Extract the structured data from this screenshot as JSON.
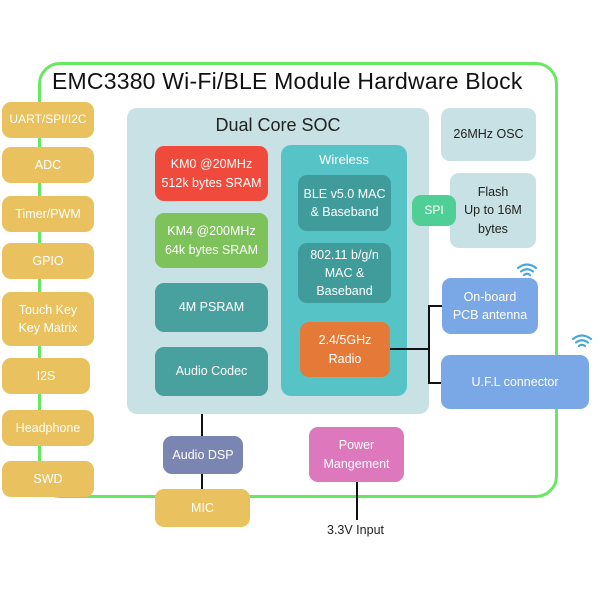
{
  "title": "EMC3380 Wi-Fi/BLE Module Hardware Block",
  "colors": {
    "module_outline": "#66e860",
    "peripheral": "#e9c15e",
    "soc_background": "#c8e1e5",
    "km0": "#f04a3c",
    "km4": "#7dc25a",
    "psram_codec": "#48a19f",
    "wireless": "#56c4c6",
    "radio": "#e57a38",
    "spi": "#4fcf96",
    "antenna": "#7aa8e6",
    "audio_dsp": "#7a86b1",
    "power": "#dc78bb"
  },
  "peripherals": [
    "UART/SPI/I2C",
    "ADC",
    "Timer/PWM",
    "GPIO",
    "Touch Key\nKey Matrix",
    "I2S",
    "Headphone",
    "SWD"
  ],
  "soc": {
    "title": "Dual Core SOC",
    "km0": "KM0 @20MHz\n512k bytes SRAM",
    "km4": "KM4 @200MHz\n64k bytes SRAM",
    "psram": "4M PSRAM",
    "audio_codec": "Audio Codec",
    "wireless": {
      "title": "Wireless",
      "ble": "BLE v5.0 MAC\n& Baseband",
      "wifi": "802.11 b/g/n\nMAC &\nBaseband",
      "radio": "2.4/5GHz\nRadio"
    }
  },
  "osc": "26MHz OSC",
  "spi": "SPI",
  "flash": "Flash\nUp to 16M\nbytes",
  "antennas": {
    "pcb": "On-board\nPCB antenna",
    "ufl": "U.F.L connector",
    "icon": "wifi-signal-icon"
  },
  "audio_dsp": "Audio DSP",
  "mic": "MIC",
  "power": "Power\nMangement",
  "power_input": "3.3V Input"
}
